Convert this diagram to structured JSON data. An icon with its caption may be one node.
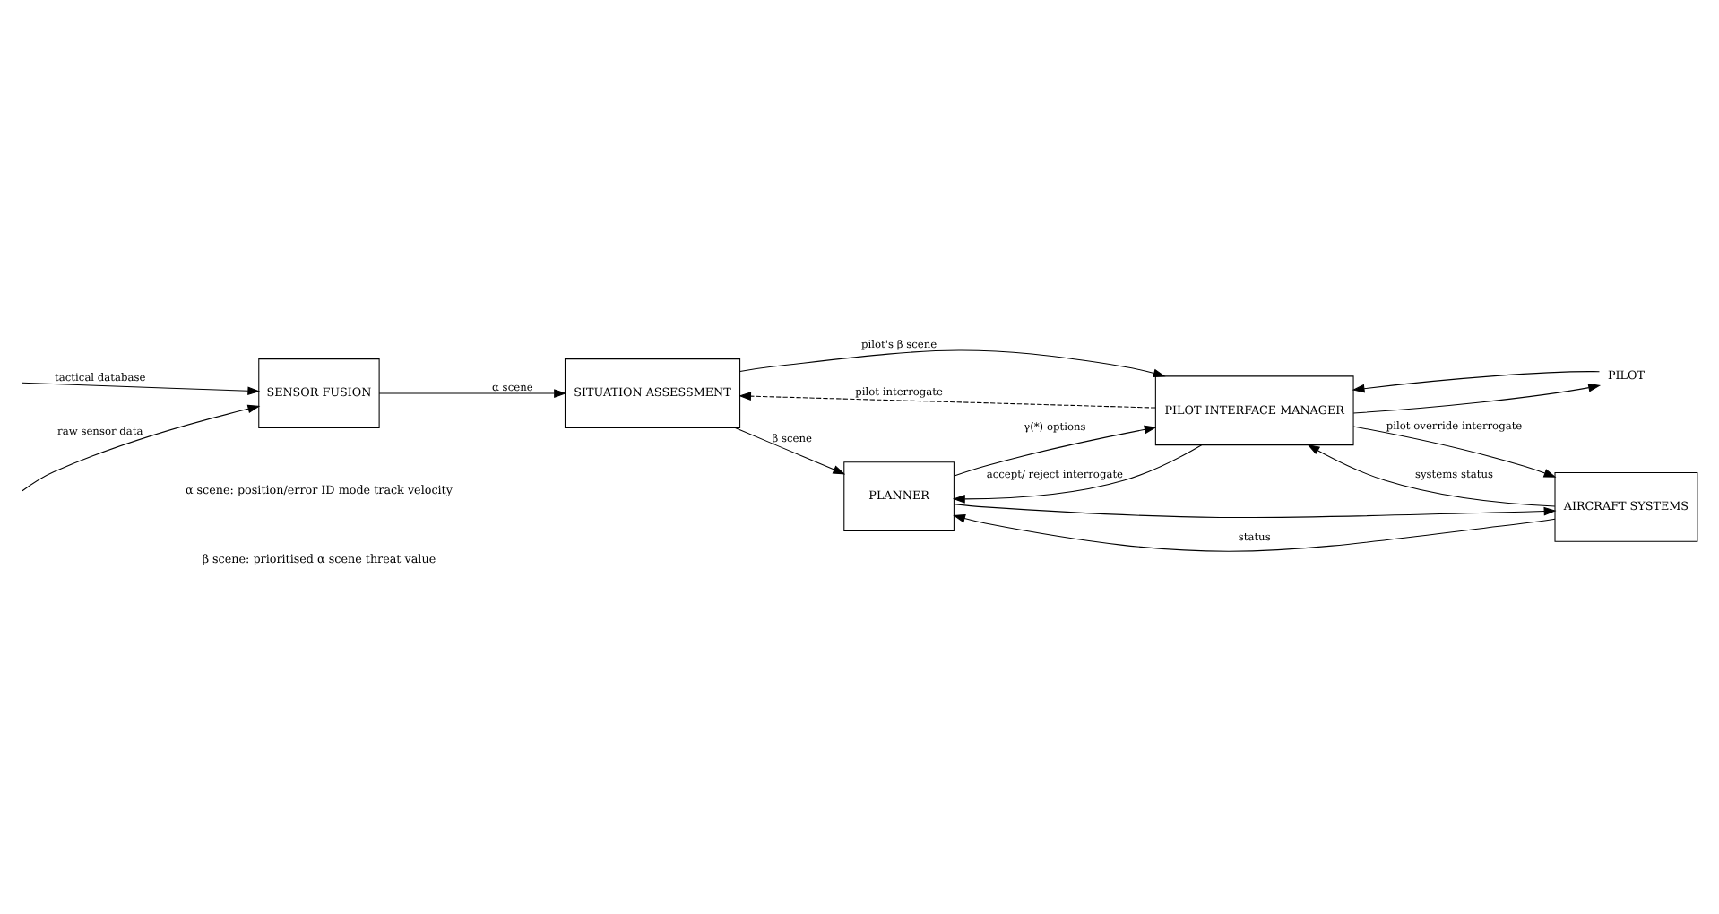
{
  "diagram": {
    "nodes": [
      {
        "text": [
          "SENSOR FUSION"
        ]
      },
      {
        "text": [
          "SITUATION ASSESSMENT"
        ]
      },
      {
        "text": [
          "PLANNER"
        ]
      },
      {
        "text": [
          "PILOT INTERFACE MANAGER"
        ]
      },
      {
        "text": [
          "PILOT"
        ]
      },
      {
        "text": [
          "AIRCRAFT SYSTEMS"
        ]
      }
    ],
    "edges": [
      {
        "from": null,
        "to": 0,
        "arrow": "to",
        "label": "raw sensor data"
      },
      {
        "from": null,
        "to": 0,
        "arrow": "to",
        "label": "tactical database"
      },
      {
        "from": 0,
        "to": 1,
        "arrow": "to",
        "label": "α scene"
      },
      {
        "from": 1,
        "to": 2,
        "arrow": "to",
        "label": "β scene"
      },
      {
        "from": 1,
        "to": 3,
        "arrow": "to",
        "label": "pilot's β scene"
      },
      {
        "from": 3,
        "to": 1,
        "arrow": "to",
        "label": "pilot interrogate",
        "style": "dashed"
      },
      {
        "from": 2,
        "to": 3,
        "arrow": "to",
        "label": "γ(*) options"
      },
      {
        "from": 3,
        "to": 2,
        "arrow": "to",
        "label": "accept/ reject interrogate"
      },
      {
        "from": 3,
        "to": 4,
        "arrow": "to"
      },
      {
        "from": 4,
        "to": 3,
        "arrow": "to"
      },
      {
        "from": 2,
        "to": 5,
        "arrow": "to"
      },
      {
        "from": 5,
        "to": 2,
        "arrow": "to",
        "label": "status"
      },
      {
        "from": 3,
        "to": 5,
        "arrow": "to",
        "label": "pilot override interrogate"
      },
      {
        "from": 5,
        "to": 3,
        "arrow": "to",
        "label": "systems status"
      }
    ],
    "labels": [
      "α scene: position/error ID mode track velocity",
      "β scene: prioritised α scene threat value"
    ]
  }
}
